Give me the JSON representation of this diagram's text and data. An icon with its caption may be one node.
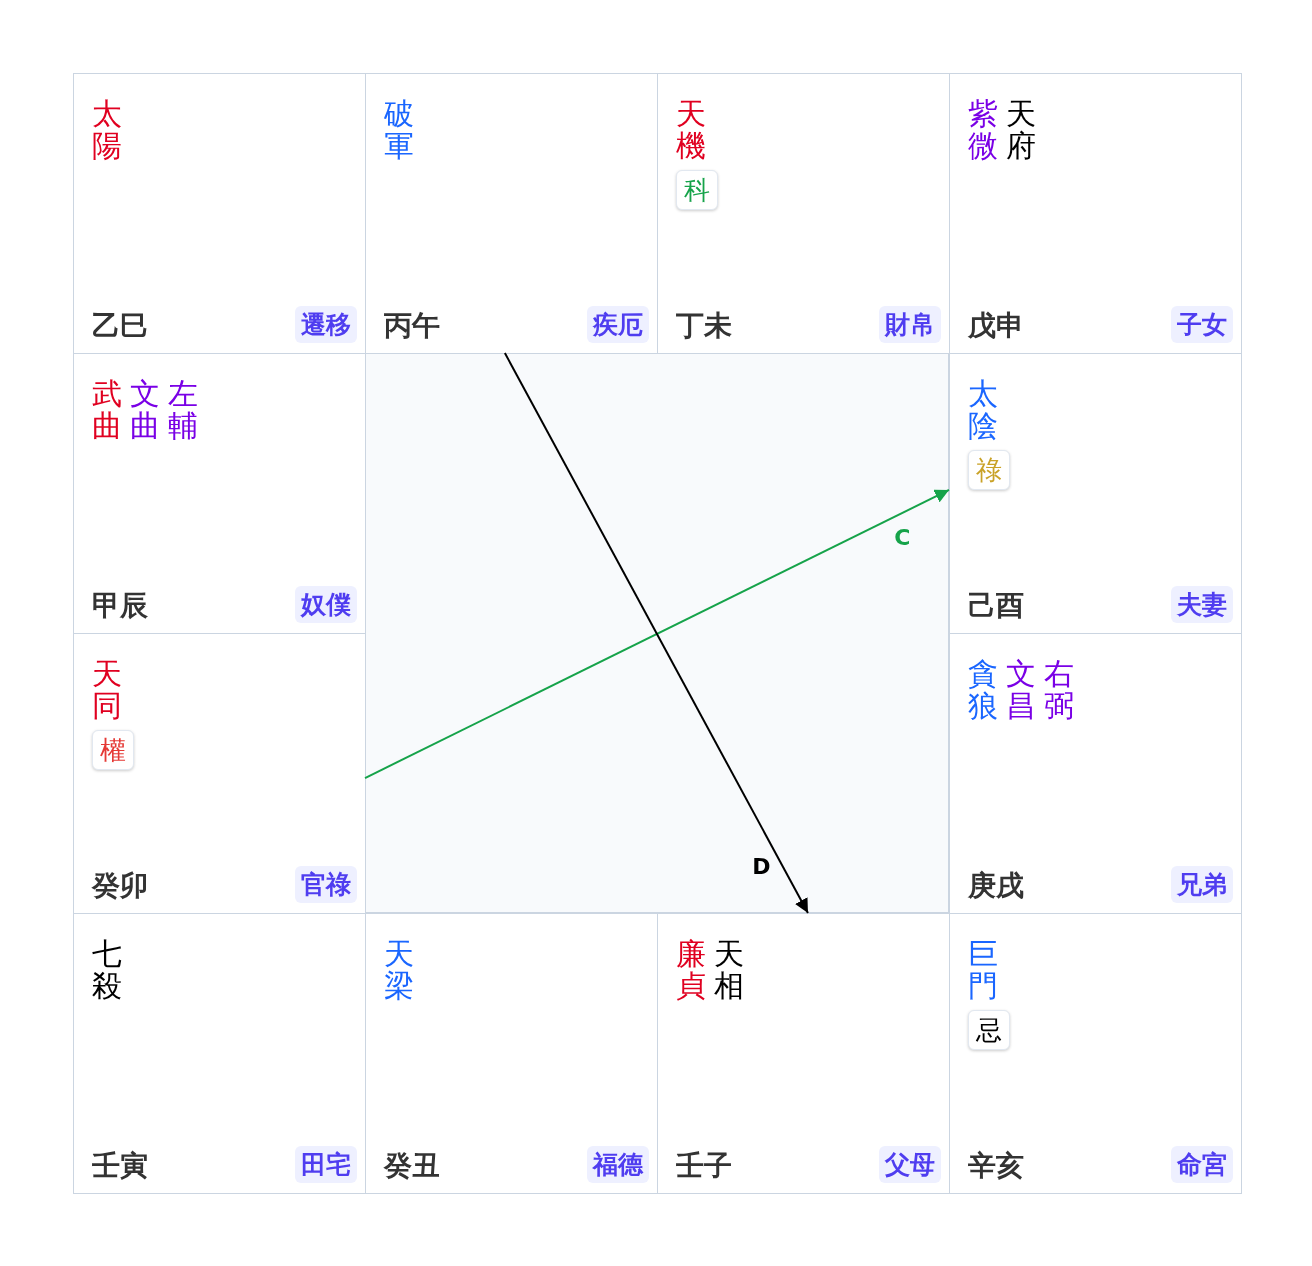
{
  "diagram": {
    "nodes": [
      {
        "text": [
          "太陽",
          "乙巳",
          "遷移"
        ]
      },
      {
        "text": [
          "破軍",
          "丙午",
          "疾厄"
        ]
      },
      {
        "text": [
          "天機",
          "科",
          "丁未",
          "財帛"
        ]
      },
      {
        "text": [
          "紫微",
          "天府",
          "戊申",
          "子女"
        ]
      },
      {
        "text": [
          "武曲",
          "文曲",
          "左輔",
          "甲辰",
          "奴僕"
        ]
      },
      {
        "text": [
          "太陰",
          "祿",
          "己酉",
          "夫妻"
        ]
      },
      {
        "text": [
          "天同",
          "權",
          "癸卯",
          "官祿"
        ]
      },
      {
        "text": [
          "貪狼",
          "文昌",
          "右弼",
          "庚戌",
          "兄弟"
        ]
      },
      {
        "text": [
          "七殺",
          "壬寅",
          "田宅"
        ]
      },
      {
        "text": [
          "天梁",
          "癸丑",
          "福德"
        ]
      },
      {
        "text": [
          "廉貞",
          "天相",
          "壬子",
          "父母"
        ]
      },
      {
        "text": [
          "巨門",
          "忌",
          "辛亥",
          "命宮"
        ]
      }
    ],
    "edges": [
      {
        "from": 6,
        "to": 5,
        "arrow": "to",
        "label": "C",
        "color": "#16a34a"
      },
      {
        "from": 1,
        "to": 10,
        "arrow": "to",
        "label": "D",
        "color": "#000000"
      }
    ]
  }
}
